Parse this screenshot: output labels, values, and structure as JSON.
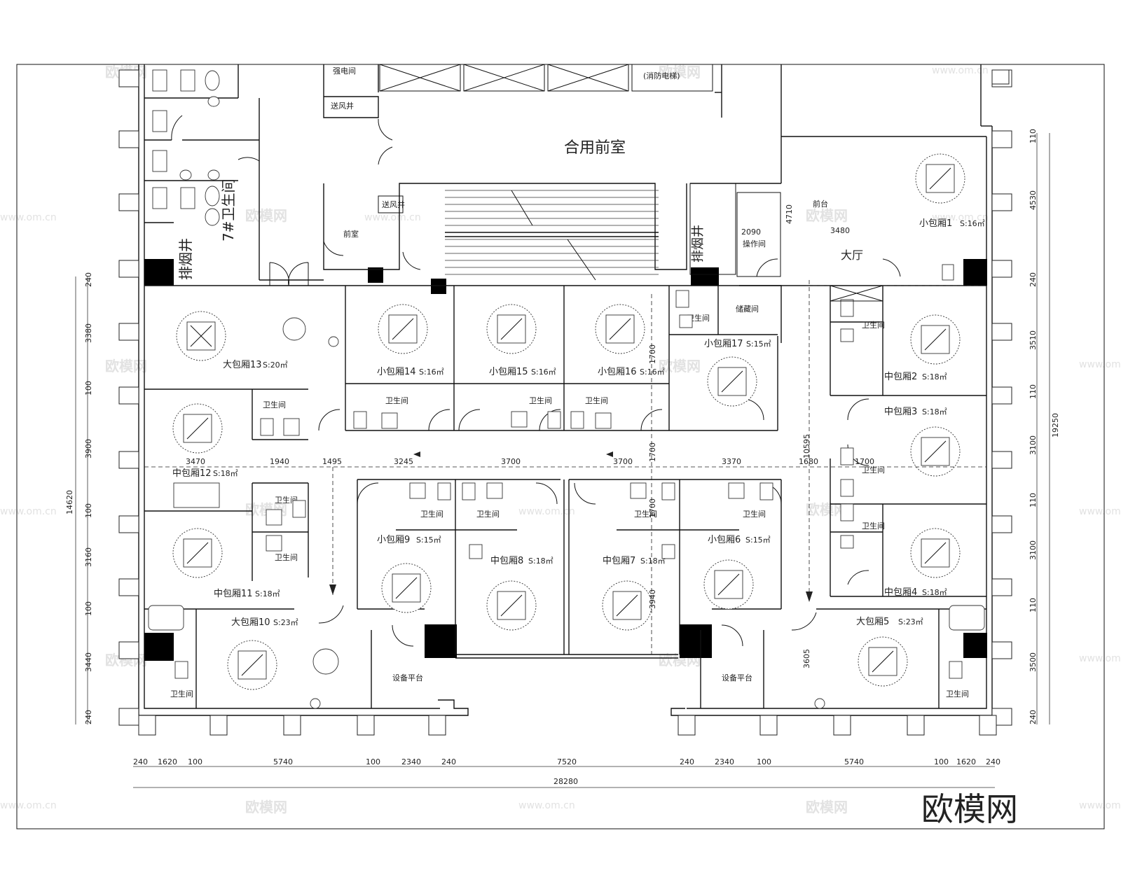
{
  "title": "合用前室",
  "rooms": {
    "vip13": "大包厢13",
    "vip13_area": "S:20㎡",
    "small14": "小包厢14",
    "small14_area": "S:16㎡",
    "small15": "小包厢15",
    "small15_area": "S:16㎡",
    "small16": "小包厢16",
    "small16_area": "S:16㎡",
    "small17": "小包厢17",
    "small17_area": "S:15㎡",
    "small1": "小包厢1",
    "small1_area": "S:16㎡",
    "mid2": "中包厢2",
    "mid2_area": "S:18㎡",
    "mid3": "中包厢3",
    "mid3_area": "S:18㎡",
    "mid4": "中包厢4",
    "mid4_area": "S:18㎡",
    "vip5": "大包厢5",
    "vip5_area": "S:23㎡",
    "small6": "小包厢6",
    "small6_area": "S:15㎡",
    "mid7": "中包厢7",
    "mid7_area": "S:18㎡",
    "mid8": "中包厢8",
    "mid8_area": "S:18㎡",
    "small9": "小包厢9",
    "small9_area": "S:15㎡",
    "vip10": "大包厢10",
    "vip10_area": "S:23㎡",
    "mid11": "中包厢11",
    "mid11_area": "S:18㎡",
    "mid12": "中包厢12",
    "mid12_area": "S:18㎡",
    "lobby": "大厅",
    "front_desk": "前台",
    "operation": "操作间",
    "storage": "储藏间",
    "toilet": "卫生间",
    "toilet7": "7#卫生间",
    "vestibule": "前室",
    "air_shaft": "送风井",
    "smoke_shaft": "排烟井",
    "fire_elevator": "(消防电梯)",
    "equipment": "设备平台",
    "strong_well": "强电间"
  },
  "dims": {
    "top_row": [
      "240",
      "1620",
      "100",
      "5740",
      "100",
      "2340",
      "240",
      "7520",
      "240",
      "2340",
      "100",
      "5740",
      "100",
      "1620",
      "240"
    ],
    "total_bottom": "28280",
    "left_col": [
      "240",
      "3380",
      "100",
      "3900",
      "100",
      "3160",
      "100",
      "3440",
      "240"
    ],
    "left_total": "14620",
    "right_col": [
      "110",
      "4530",
      "240",
      "3510",
      "110",
      "3100",
      "110",
      "3100",
      "110",
      "3500",
      "240"
    ],
    "right_total": "19250",
    "corridor": [
      "3470",
      "1940",
      "1495",
      "3245",
      "3700",
      "3700",
      "3370",
      "1680",
      "1700"
    ],
    "misc": [
      "2090",
      "4710",
      "3480",
      "1700",
      "1700",
      "10595",
      "1700",
      "3940",
      "3605"
    ]
  },
  "watermark": "欧模网",
  "watermark_url": "www.om.cn",
  "logo": "欧模网"
}
